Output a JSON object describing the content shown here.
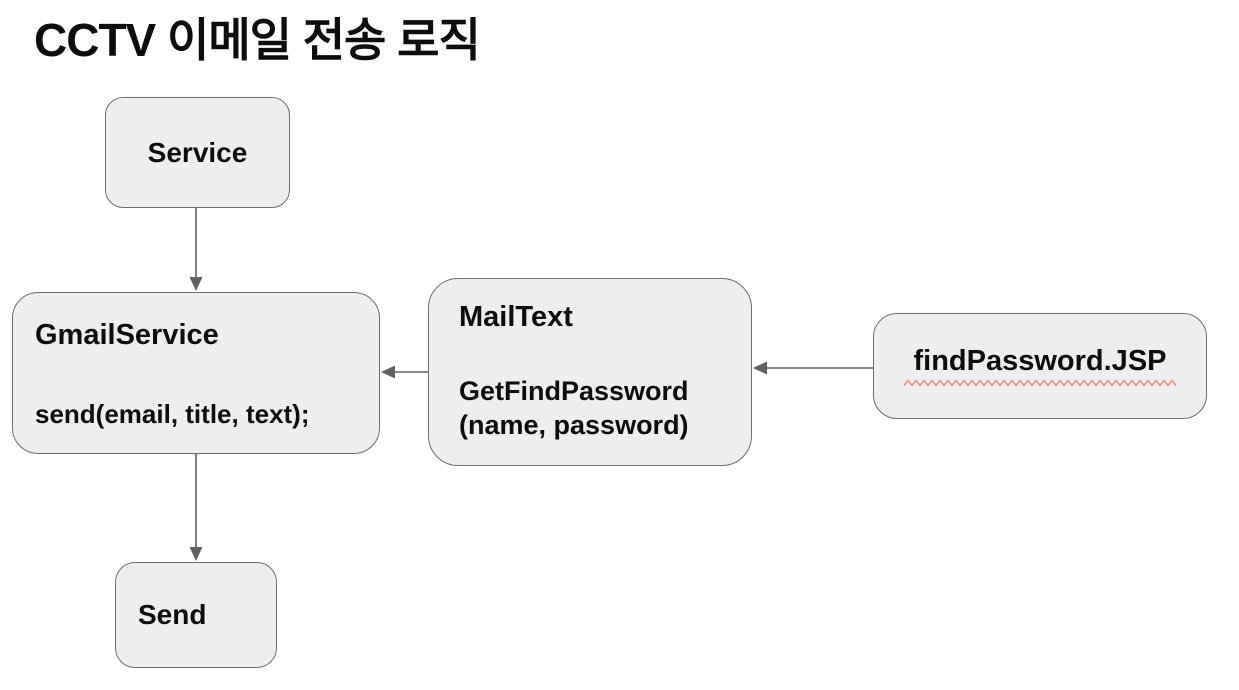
{
  "title": "CCTV 이메일 전송 로직",
  "colors": {
    "canvas_bg": "#ffffff",
    "node_fill": "#eeeeee",
    "node_border": "#6e6e6e",
    "edge": "#616161",
    "spellcheck_underline": "#e8917f",
    "text": "#0d0d0d"
  },
  "nodes": {
    "service": {
      "label": "Service"
    },
    "gmail_service": {
      "title": "GmailService",
      "code": "send(email, title, text);"
    },
    "mail_text": {
      "title": "MailText",
      "code_line1": "GetFindPassword",
      "code_line2": "(name, password)"
    },
    "find_password_jsp": {
      "label": "findPassword.JSP",
      "has_spellcheck_underline": true
    },
    "send": {
      "label": "Send"
    }
  },
  "edges": [
    {
      "from": "Service",
      "to": "GmailService",
      "direction": "down"
    },
    {
      "from": "MailText",
      "to": "GmailService",
      "direction": "left"
    },
    {
      "from": "findPassword.JSP",
      "to": "MailText",
      "direction": "left"
    },
    {
      "from": "GmailService",
      "to": "Send",
      "direction": "down"
    }
  ]
}
